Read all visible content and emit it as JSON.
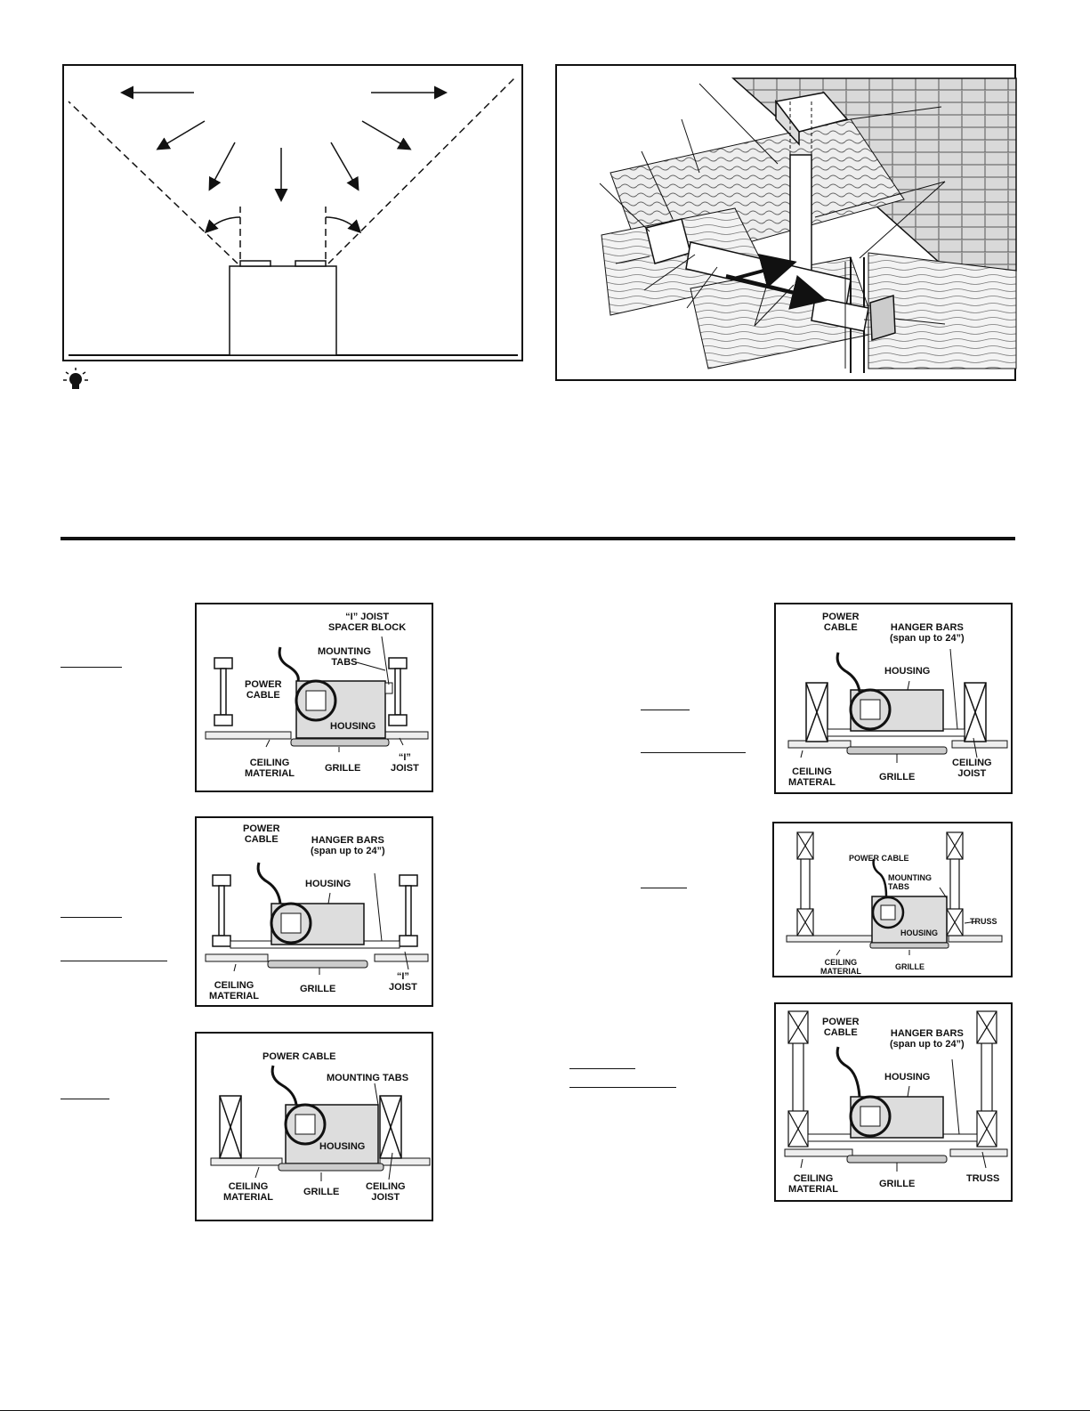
{
  "layout_figure": {},
  "duct_figure": {},
  "fig_i_joist_tabs": {
    "labels": {
      "spacer_block": "“I” JOIST\nSPACER BLOCK",
      "mounting_tabs": "MOUNTING\nTABS",
      "power_cable": "POWER\nCABLE",
      "housing": "HOUSING",
      "ceiling_material": "CEILING\nMATERIAL",
      "grille": "GRILLE",
      "i_joist": "“I”\nJOIST"
    }
  },
  "fig_i_joist_bars": {
    "labels": {
      "power_cable": "POWER\nCABLE",
      "hanger_bars": "HANGER BARS\n(span up to 24”)",
      "housing": "HOUSING",
      "ceiling_material": "CEILING\nMATERIAL",
      "grille": "GRILLE",
      "i_joist": "“I”\nJOIST"
    }
  },
  "fig_joist_tabs": {
    "labels": {
      "power_cable": "POWER CABLE",
      "mounting_tabs": "MOUNTING TABS",
      "housing": "HOUSING",
      "ceiling_material": "CEILING\nMATERIAL",
      "grille": "GRILLE",
      "ceiling_joist": "CEILING\nJOIST"
    }
  },
  "fig_joist_bars": {
    "labels": {
      "power_cable": "POWER\nCABLE",
      "hanger_bars": "HANGER BARS\n(span up to 24”)",
      "housing": "HOUSING",
      "ceiling_material": "CEILING\nMATERAL",
      "grille": "GRILLE",
      "ceiling_joist": "CEILING\nJOIST"
    }
  },
  "fig_truss_tabs": {
    "labels": {
      "power_cable": "POWER CABLE",
      "mounting_tabs": "MOUNTING\nTABS",
      "truss": "TRUSS",
      "housing": "HOUSING",
      "ceiling_material": "CEILING\nMATERIAL",
      "grille": "GRILLE"
    }
  },
  "fig_truss_bars": {
    "labels": {
      "power_cable": "POWER\nCABLE",
      "hanger_bars": "HANGER BARS\n(span up to 24”)",
      "housing": "HOUSING",
      "ceiling_material": "CEILING\nMATERIAL",
      "grille": "GRILLE",
      "truss": "TRUSS"
    }
  },
  "icons": {
    "tip": "lightbulb-icon"
  }
}
